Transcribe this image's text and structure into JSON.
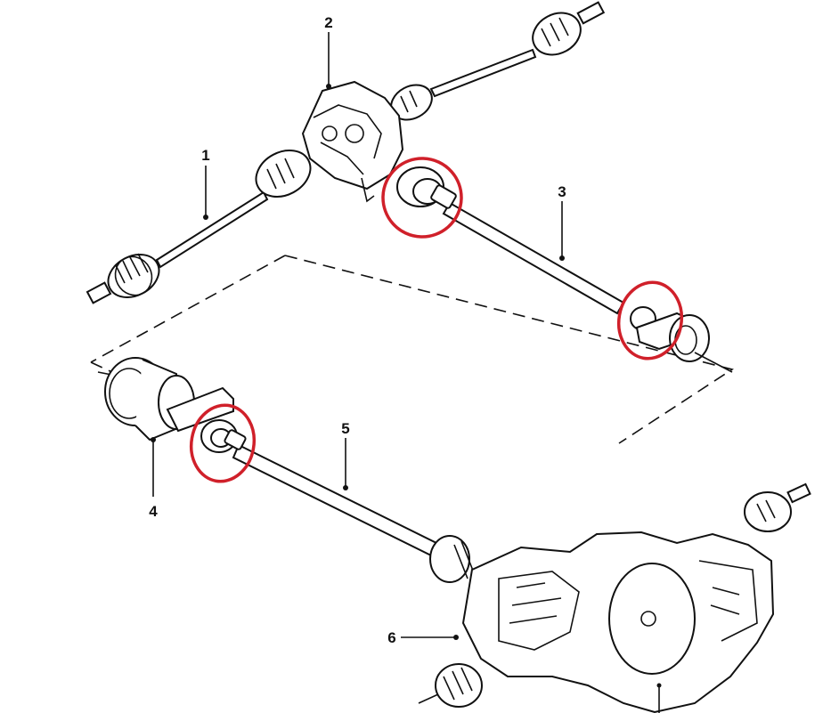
{
  "colors": {
    "highlight": "#d0202a",
    "line": "#111111",
    "background": "#ffffff"
  },
  "callouts": [
    {
      "id": "c1",
      "label": "1"
    },
    {
      "id": "c2",
      "label": "2"
    },
    {
      "id": "c3",
      "label": "3"
    },
    {
      "id": "c4",
      "label": "4"
    },
    {
      "id": "c5",
      "label": "5"
    },
    {
      "id": "c6",
      "label": "6"
    }
  ],
  "highlights": [
    {
      "id": "front-propshaft-front-joint",
      "color": "#d0202a"
    },
    {
      "id": "front-propshaft-rear-joint",
      "color": "#d0202a"
    },
    {
      "id": "rear-propshaft-front-joint",
      "color": "#d0202a"
    }
  ]
}
